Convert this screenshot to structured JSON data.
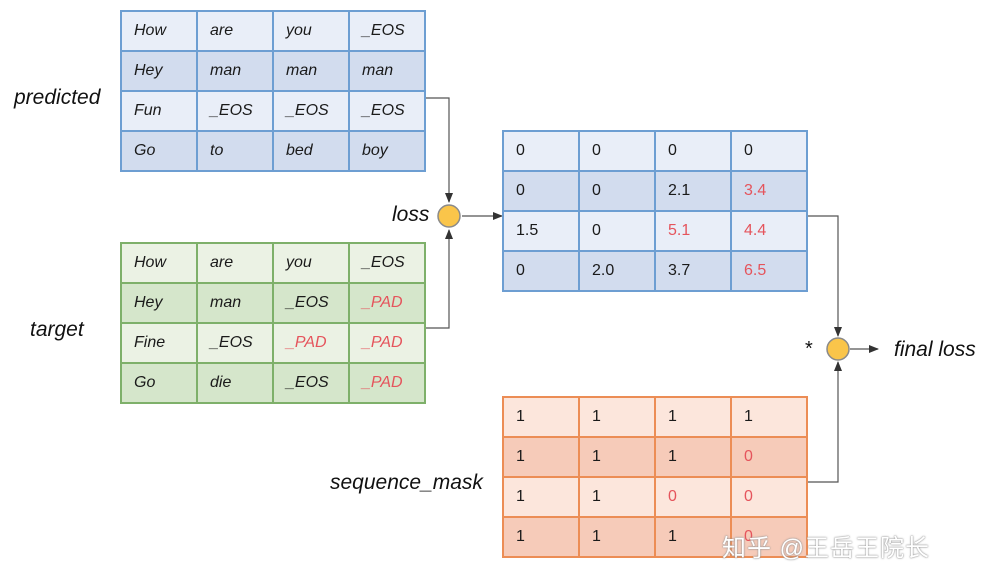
{
  "labels": {
    "predicted": "predicted",
    "target": "target",
    "loss": "loss",
    "sequence_mask": "sequence_mask",
    "multiply": "*",
    "final_loss": "final loss"
  },
  "watermark": "知乎 @王岳王院长",
  "colors": {
    "predicted_light": "#e9eef8",
    "predicted_dark": "#d2dcee",
    "predicted_border": "#6d9ed2",
    "target_light": "#ebf2e4",
    "target_dark": "#d5e6cb",
    "target_border": "#7eb06a",
    "loss_light": "#e9eef8",
    "loss_dark": "#d2dcee",
    "mask_light": "#fce6dc",
    "mask_dark": "#f6cbb9",
    "mask_border": "#ec8d55",
    "highlight_text": "#e5545c",
    "node_fill": "#fac54a",
    "node_border": "#8a8a8a"
  },
  "tables": {
    "predicted": [
      [
        "How",
        "are",
        "you",
        "_EOS"
      ],
      [
        "Hey",
        "man",
        "man",
        "man"
      ],
      [
        "Fun",
        "_EOS",
        "_EOS",
        "_EOS"
      ],
      [
        "Go",
        "to",
        "bed",
        "boy"
      ]
    ],
    "target": [
      [
        "How",
        "are",
        "you",
        "_EOS"
      ],
      [
        "Hey",
        "man",
        "_EOS",
        "_PAD"
      ],
      [
        "Fine",
        "_EOS",
        "_PAD",
        "_PAD"
      ],
      [
        "Go",
        "die",
        "_EOS",
        "_PAD"
      ]
    ],
    "loss": [
      [
        "0",
        "0",
        "0",
        "0"
      ],
      [
        "0",
        "0",
        "2.1",
        "3.4"
      ],
      [
        "1.5",
        "0",
        "5.1",
        "4.4"
      ],
      [
        "0",
        "2.0",
        "3.7",
        "6.5"
      ]
    ],
    "sequence_mask": [
      [
        "1",
        "1",
        "1",
        "1"
      ],
      [
        "1",
        "1",
        "1",
        "0"
      ],
      [
        "1",
        "1",
        "0",
        "0"
      ],
      [
        "1",
        "1",
        "1",
        "0"
      ]
    ]
  },
  "highlights": {
    "predicted": [],
    "target": [
      [
        1,
        3
      ],
      [
        2,
        2
      ],
      [
        2,
        3
      ],
      [
        3,
        3
      ]
    ],
    "loss": [
      [
        1,
        3
      ],
      [
        2,
        2
      ],
      [
        2,
        3
      ],
      [
        3,
        3
      ]
    ],
    "sequence_mask": [
      [
        1,
        3
      ],
      [
        2,
        2
      ],
      [
        2,
        3
      ],
      [
        3,
        3
      ]
    ]
  }
}
